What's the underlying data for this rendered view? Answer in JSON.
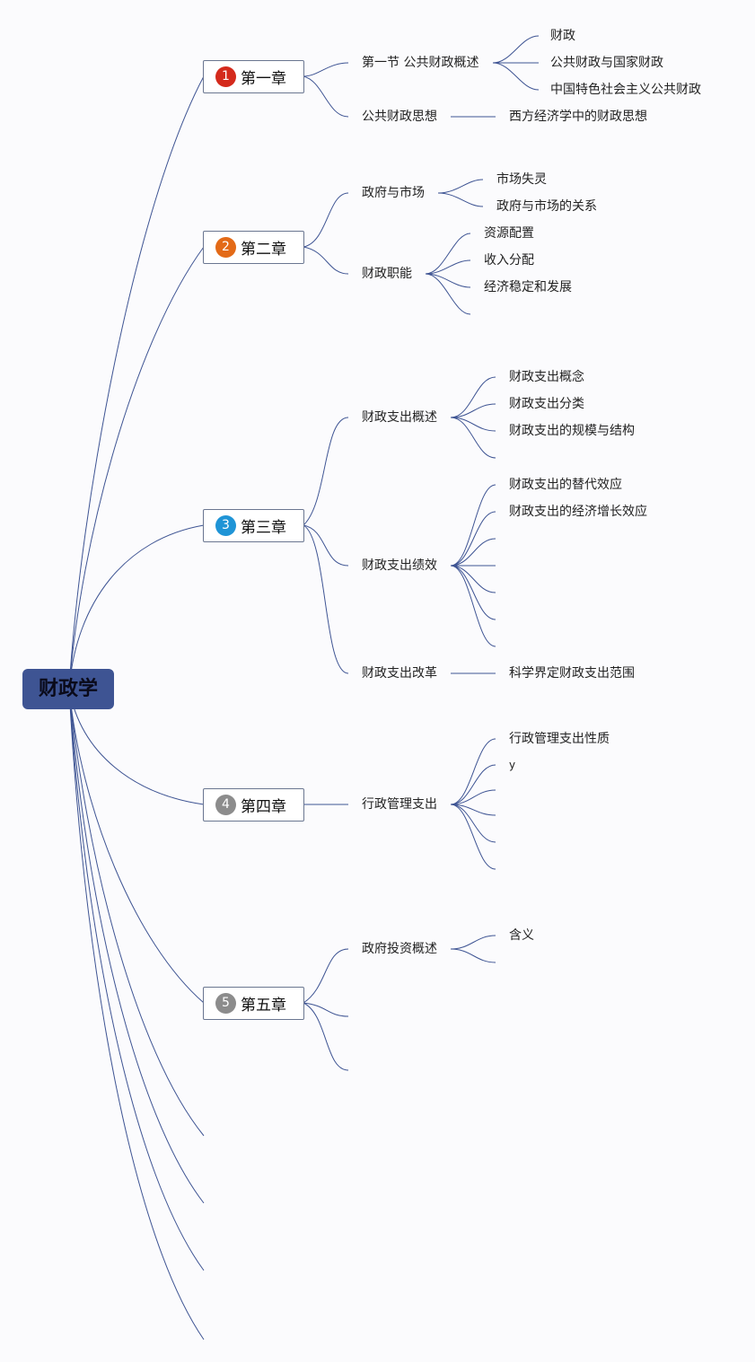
{
  "root": "财政学",
  "colors": {
    "line": "#3e5493",
    "root_bg": "#3e5493"
  },
  "chapters": [
    {
      "num": "1",
      "label": "第一章",
      "badge_color": "#d42a1c"
    },
    {
      "num": "2",
      "label": "第二章",
      "badge_color": "#e36a17"
    },
    {
      "num": "3",
      "label": "第三章",
      "badge_color": "#1f94d6"
    },
    {
      "num": "4",
      "label": "第四章",
      "badge_color": "#8c8c8c"
    },
    {
      "num": "5",
      "label": "第五章",
      "badge_color": "#8c8c8c"
    }
  ],
  "sections": {
    "ch1_s1": "第一节 公共财政概述",
    "ch1_s2": "公共财政思想",
    "ch2_s1": "政府与市场",
    "ch2_s2": "财政职能",
    "ch3_s1": "财政支出概述",
    "ch3_s2": "财政支出绩效",
    "ch3_s3": "财政支出改革",
    "ch4_s1": "行政管理支出",
    "ch5_s1": "政府投资概述"
  },
  "leaves": {
    "ch1_s1": [
      "财政",
      "公共财政与国家财政",
      "中国特色社会主义公共财政"
    ],
    "ch1_s2": [
      "西方经济学中的财政思想"
    ],
    "ch2_s1": [
      "市场失灵",
      "政府与市场的关系"
    ],
    "ch2_s2": [
      "资源配置",
      "收入分配",
      "经济稳定和发展"
    ],
    "ch3_s1": [
      "财政支出概念",
      "财政支出分类",
      "财政支出的规模与结构"
    ],
    "ch3_s2": [
      "财政支出的替代效应",
      "财政支出的经济增长效应"
    ],
    "ch3_s3": [
      "科学界定财政支出范围"
    ],
    "ch4_s1": [
      "行政管理支出性质",
      "y"
    ],
    "ch5_s1": [
      "含义"
    ]
  }
}
